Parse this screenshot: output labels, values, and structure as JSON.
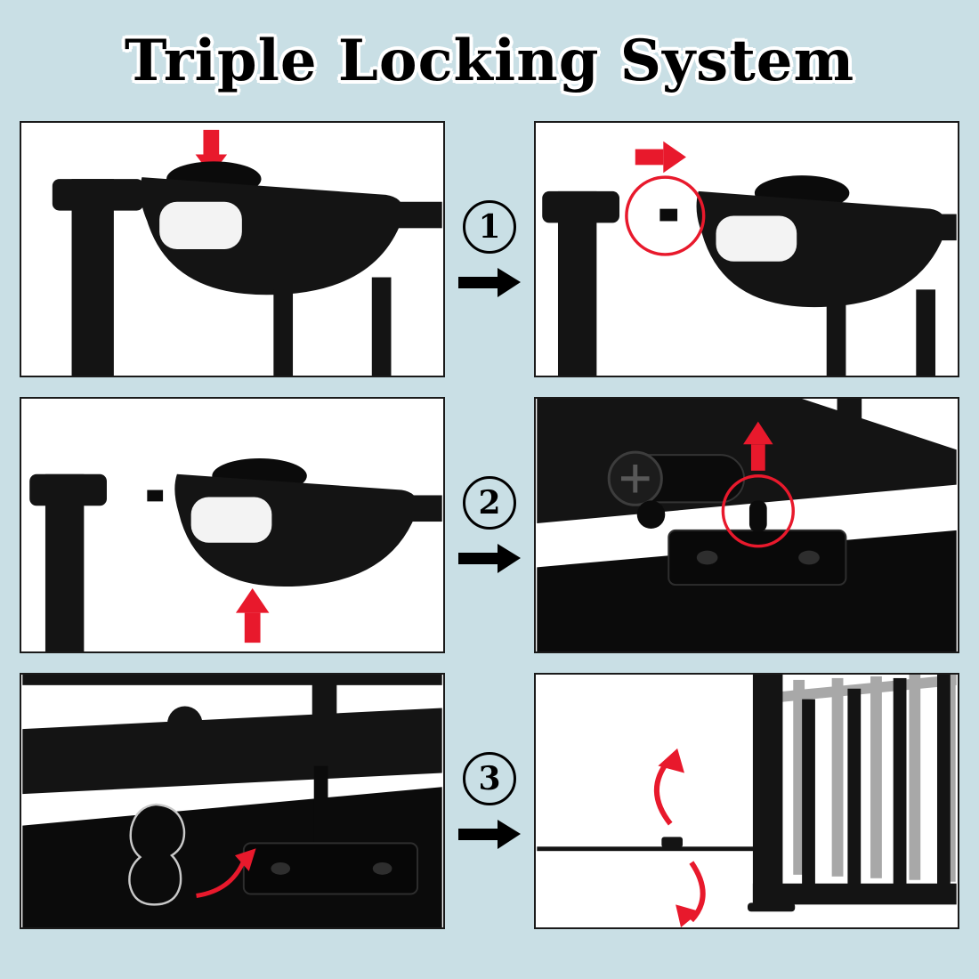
{
  "title": "Triple Locking System",
  "steps": [
    {
      "number": "1"
    },
    {
      "number": "2"
    },
    {
      "number": "3"
    }
  ],
  "colors": {
    "background": "#c9dfe5",
    "panel_bg": "#ffffff",
    "panel_border": "#1a1a1a",
    "accent_red": "#e8192c",
    "ink": "#141414",
    "gray_gate": "#a8a8a8"
  }
}
